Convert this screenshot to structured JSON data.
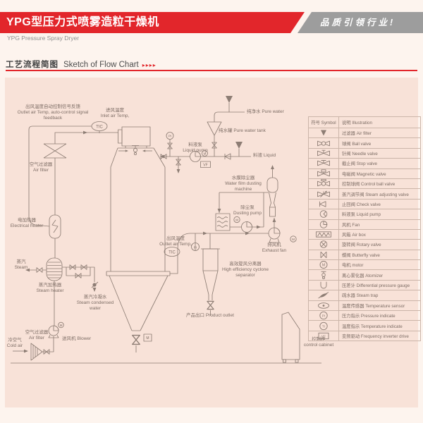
{
  "header": {
    "title_zh": "YPG型压力式喷雾造粒干燥机",
    "subtitle_en": "YPG Pressure Spray Dryer",
    "slogan_zh": "品质引领行业!",
    "colors": {
      "banner_red": "#e2262b",
      "banner_gray": "#9d9d9d",
      "panel_pink": "#f8e2d8",
      "line": "#8d7d74"
    }
  },
  "section": {
    "title_zh": "工艺流程简图",
    "title_en": "Sketch of Flow Chart",
    "arrows": "▸▸▸▸"
  },
  "diagram": {
    "instruments": {
      "tic": "TIC",
      "pi": "PI",
      "motor": "M",
      "vf": "VF"
    },
    "labels": {
      "feedback": {
        "zh": "出风温度自动控制信号反馈",
        "en": "Outlet air Temp, auto-control signal feedback"
      },
      "inlet_air_temp": {
        "zh": "进风温度",
        "en": "Inlet air Temp,"
      },
      "air_filter_top": {
        "zh": "空气过滤器",
        "en": "Air filter"
      },
      "electrical_heater": {
        "zh": "电加热器",
        "en": "Electrical heater"
      },
      "steam": {
        "zh": "蒸汽",
        "en": "Steam"
      },
      "steam_heater": {
        "zh": "蒸汽加热器",
        "en": "Steam heater"
      },
      "steam_condensed_water": {
        "zh": "蒸汽冷凝水",
        "en": "Steam condensed water"
      },
      "air_filter_bottom": {
        "zh": "空气过滤器",
        "en": "Air filter"
      },
      "cold_air": {
        "zh": "冷空气",
        "en": "Cold air"
      },
      "blower": {
        "zh": "送风机",
        "en": "Blower"
      },
      "liquid_pump": {
        "zh": "料液泵",
        "en": "Liquid pump"
      },
      "pure_water": {
        "zh": "纯净水",
        "en": "Pure water"
      },
      "pure_water_tank": {
        "zh": "纯水罐",
        "en": "Pure water tank"
      },
      "liquid": {
        "zh": "料液",
        "en": "Liquid"
      },
      "water_film_dusting_machine": {
        "zh": "水膜除尘器",
        "en": "Water film dusting machine"
      },
      "dusting_pump": {
        "zh": "除尘泵",
        "en": "Dusting pump"
      },
      "exhaust_fan": {
        "zh": "排风机",
        "en": "Exhaust fan"
      },
      "outlet_air_temp": {
        "zh": "出风温度",
        "en": "Outlet air Temp,"
      },
      "cyclone_separator": {
        "zh": "高效旋风分离器",
        "en": "High efficiency cyclone separator"
      },
      "product_outlet": {
        "zh": "产品出口",
        "en": "Product outlet"
      },
      "control_cabinet": {
        "zh": "控制柜",
        "en": "control cabinet"
      }
    }
  },
  "legend": {
    "header": {
      "symbol": "符号 Symbol",
      "illustration": "说明 Illustration"
    },
    "rows": [
      {
        "icon": "air-filter-icon",
        "label": "过滤器 Air filter"
      },
      {
        "icon": "ball-valve-icon",
        "label": "球阀 Ball valve"
      },
      {
        "icon": "needle-valve-icon",
        "label": "针阀 Needle valve"
      },
      {
        "icon": "stop-valve-icon",
        "label": "截止阀 Stop valve"
      },
      {
        "icon": "magnetic-valve-icon",
        "label": "电磁阀 Magnetic valve"
      },
      {
        "icon": "control-ball-valve-icon",
        "label": "控制球阀 Control ball valve"
      },
      {
        "icon": "steam-adjusting-valve-icon",
        "label": "蒸汽调节阀 Steam adjusting valve"
      },
      {
        "icon": "check-valve-icon",
        "label": "止回阀 Check valve"
      },
      {
        "icon": "liquid-pump-icon",
        "label": "料液泵 Liquid pump"
      },
      {
        "icon": "fan-icon",
        "label": "风机 Fan"
      },
      {
        "icon": "air-box-icon",
        "label": "风箱 Air box"
      },
      {
        "icon": "rotary-valve-icon",
        "label": "旋转阀 Rotary valve"
      },
      {
        "icon": "butterfly-valve-icon",
        "label": "蝶阀 Butterfly valve"
      },
      {
        "icon": "motor-icon",
        "label": "电机 motor"
      },
      {
        "icon": "atomizer-icon",
        "label": "离心雾化器 Atomizer"
      },
      {
        "icon": "diff-pressure-gauge-icon",
        "label": "压差计 Differential pressure gauge"
      },
      {
        "icon": "steam-trap-icon",
        "label": "疏水器 Steam trap"
      },
      {
        "icon": "temperature-sensor-icon",
        "label": "温度传感器 Temperature sensor"
      },
      {
        "icon": "pressure-indicate-icon",
        "label": "压力指示 Pressure indicate"
      },
      {
        "icon": "temperature-indicate-icon",
        "label": "温度指示 Temperature indicate"
      },
      {
        "icon": "frequency-inverter-drive-icon",
        "label": "变频驱动 Frequency inverter drive"
      }
    ]
  }
}
